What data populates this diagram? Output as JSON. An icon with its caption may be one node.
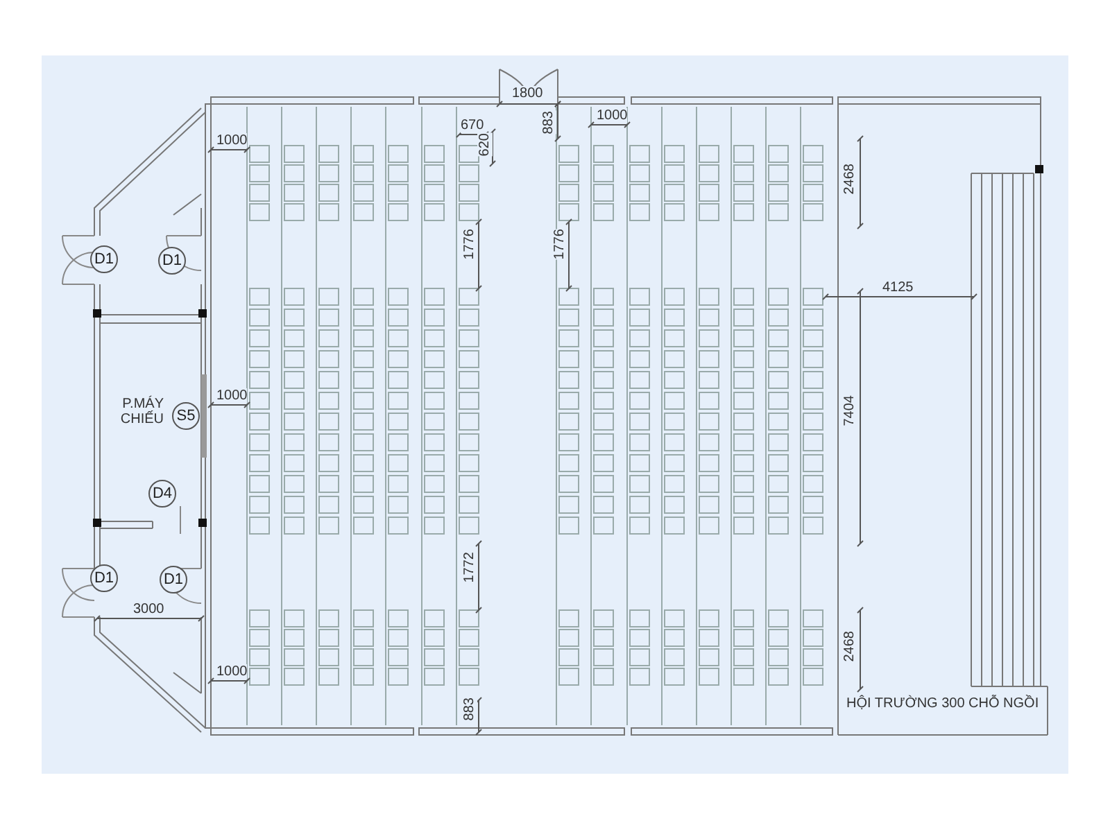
{
  "diagram": {
    "nodes": [
      {
        "text": [
          "D1"
        ]
      },
      {
        "text": [
          "D1"
        ]
      },
      {
        "text": [
          "S5"
        ]
      },
      {
        "text": [
          "D4"
        ]
      },
      {
        "text": [
          "D1"
        ]
      },
      {
        "text": [
          "D1"
        ]
      }
    ],
    "edges": [],
    "labels": [
      "1800",
      "1000",
      "670",
      "883",
      "1000",
      "620",
      "2468",
      "1776",
      "1776",
      "4125",
      "1000",
      "P.MÁY CHIẾU",
      "7404",
      "1772",
      "3000",
      "2468",
      "1000",
      "HỘI TRƯỜNG 300 CHỖ NGỒI",
      "883"
    ]
  }
}
